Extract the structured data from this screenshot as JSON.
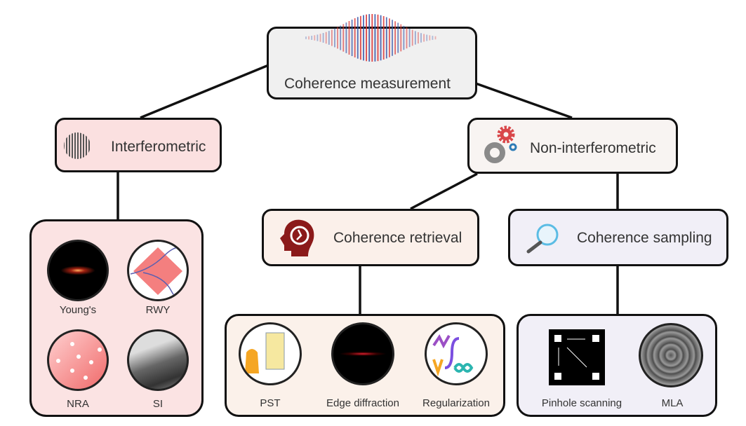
{
  "root": {
    "label": "Coherence measurement"
  },
  "interferometric": {
    "label": "Interferometric",
    "items": [
      "Young's",
      "RWY",
      "NRA",
      "SI"
    ]
  },
  "non_interferometric": {
    "label": "Non-interferometric"
  },
  "retrieval": {
    "label": "Coherence retrieval",
    "items": [
      "PST",
      "Edge diffraction",
      "Regularization"
    ]
  },
  "sampling": {
    "label": "Coherence sampling",
    "items": [
      "Pinhole scanning",
      "MLA"
    ]
  },
  "colors": {
    "pink": "#fbe3e3",
    "peach": "#fbf1ea",
    "lavender": "#f1eff7",
    "root": "#f0f0f0",
    "accent": "#8b1a1a"
  }
}
